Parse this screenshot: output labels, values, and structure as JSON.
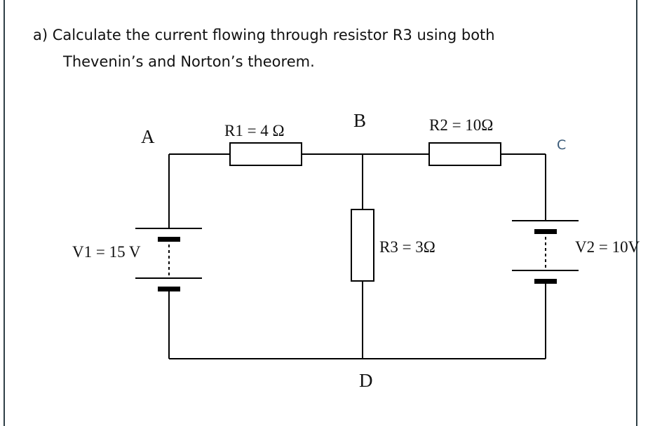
{
  "question": {
    "line1": "a) Calculate the current flowing through resistor R3 using both",
    "line2": "Thevenin’s and Norton’s theorem."
  },
  "circuit": {
    "nodes": {
      "a": "A",
      "b": "B",
      "c": "C",
      "d": "D"
    },
    "r1_label": "R1 = 4 Ω",
    "r2_label": "R2 = 10Ω",
    "r3_label": "R3 = 3Ω",
    "v1_label": "V1 = 15 V",
    "v2_label": "V2 = 10V",
    "colors": {
      "wire": "#000000",
      "node_c": "#3a5a78",
      "frame": "#2f3f46"
    }
  }
}
